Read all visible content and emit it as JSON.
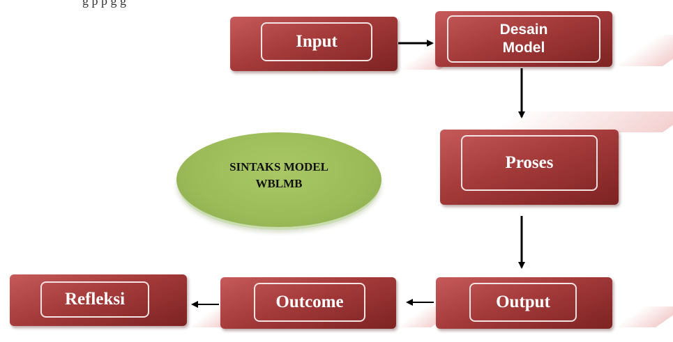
{
  "top_text": "g          p    p           g                g",
  "diagram": {
    "center_label_line1": "SINTAKS MODEL",
    "center_label_line2": "WBLMB",
    "nodes": {
      "input": "Input",
      "desain_line1": "Desain",
      "desain_line2": "Model",
      "proses": "Proses",
      "output": "Output",
      "outcome": "Outcome",
      "refleksi": "Refleksi"
    },
    "colors": {
      "box": "#a53b3b",
      "box_border": "#f4e4e4",
      "ellipse": "#9bbb59",
      "arrow": "#000000"
    }
  }
}
